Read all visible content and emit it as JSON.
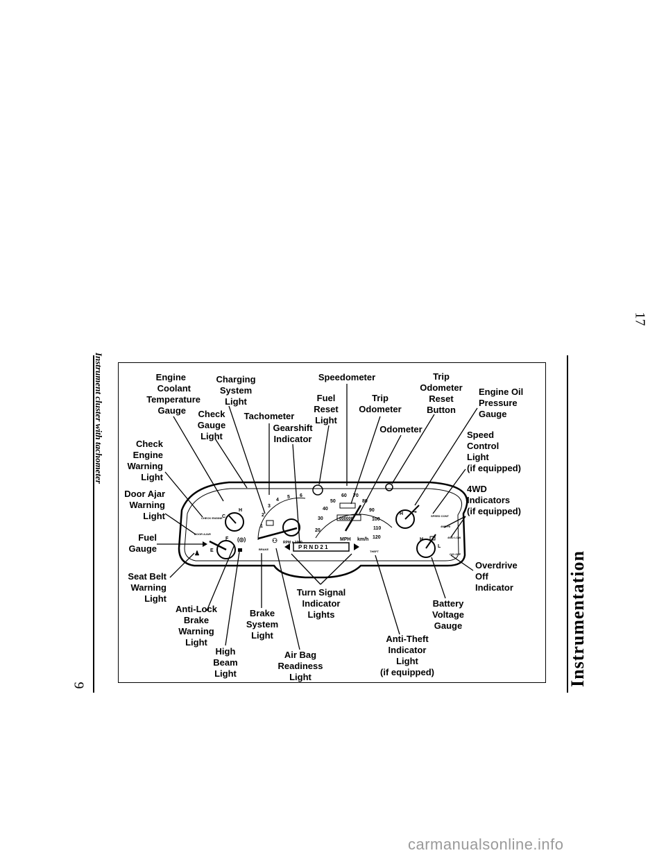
{
  "page": {
    "page_number_top": "17",
    "page_number_bottom": "9",
    "section_title": "Instrumentation",
    "caption": "Instrument cluster with tachometer",
    "watermark": "carmanualsonline.info"
  },
  "labels": {
    "engine_coolant": [
      "Engine",
      "Coolant",
      "Temperature",
      "Gauge"
    ],
    "charging_system": [
      "Charging",
      "System",
      "Light"
    ],
    "speedometer": [
      "Speedometer"
    ],
    "trip_reset": [
      "Trip",
      "Odometer",
      "Reset",
      "Button"
    ],
    "engine_oil": [
      "Engine Oil",
      "Pressure",
      "Gauge"
    ],
    "fuel_reset": [
      "Fuel",
      "Reset",
      "Light"
    ],
    "trip_odometer": [
      "Trip",
      "Odometer"
    ],
    "check_gauge": [
      "Check",
      "Gauge",
      "Light"
    ],
    "tachometer": [
      "Tachometer"
    ],
    "gearshift": [
      "Gearshift",
      "Indicator"
    ],
    "odometer": [
      "Odometer"
    ],
    "check_engine": [
      "Check",
      "Engine",
      "Warning",
      "Light"
    ],
    "speed_control": [
      "Speed",
      "Control",
      "Light",
      "(if equipped)"
    ],
    "door_ajar": [
      "Door Ajar",
      "Warning",
      "Light"
    ],
    "four_wd": [
      "4WD",
      "Indicators",
      "(if equipped)"
    ],
    "fuel_gauge": [
      "Fuel",
      "Gauge"
    ],
    "overdrive_off": [
      "Overdrive",
      "Off",
      "Indicator"
    ],
    "seat_belt": [
      "Seat Belt",
      "Warning",
      "Light"
    ],
    "turn_signal": [
      "Turn Signal",
      "Indicator",
      "Lights"
    ],
    "battery": [
      "Battery",
      "Voltage",
      "Gauge"
    ],
    "anti_lock": [
      "Anti-Lock",
      "Brake",
      "Warning",
      "Light"
    ],
    "brake_system": [
      "Brake",
      "System",
      "Light"
    ],
    "high_beam": [
      "High",
      "Beam",
      "Light"
    ],
    "air_bag": [
      "Air Bag",
      "Readiness",
      "Light"
    ],
    "anti_theft": [
      "Anti-Theft",
      "Indicator",
      "Light",
      "(if equipped)"
    ]
  },
  "cluster": {
    "speedo_ticks": [
      "20",
      "30",
      "40",
      "50",
      "60",
      "70",
      "80",
      "90",
      "100",
      "110",
      "120"
    ],
    "mph": "MPH",
    "kmh": "km/h",
    "tach_ticks": [
      "1",
      "2",
      "3",
      "4",
      "5",
      "6"
    ],
    "rpm": "RPM x 1000",
    "prnd": "P R N D 2 1",
    "odometer_digits": "000000",
    "h": "H",
    "c": "C",
    "f": "F",
    "e": "E",
    "l": "L",
    "check_engine_tag": "CHECK ENGINE",
    "door_ajar_tag": "DOOR AJAR",
    "brake_tag": "BRAKE",
    "theft_tag": "THEFT",
    "speed_cont_tag": "SPEED CONT",
    "fourwd_high_tag": "4WD HI",
    "fourwd_low_tag": "4WD LOW",
    "od_off_tag": "O/D OFF"
  }
}
